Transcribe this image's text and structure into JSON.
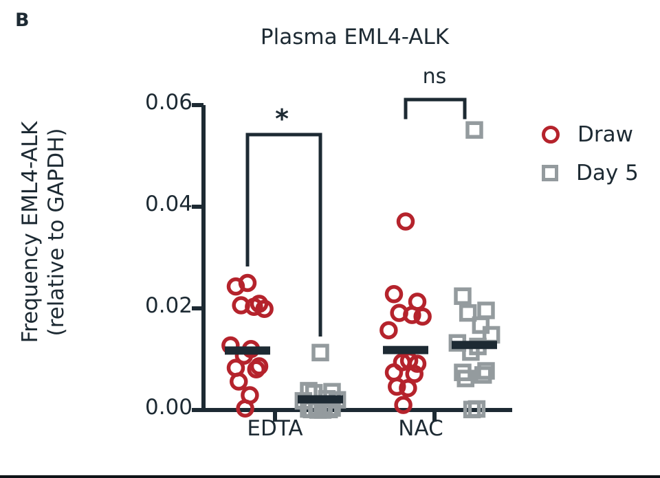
{
  "panel": {
    "letter": "B"
  },
  "legend": {
    "position": "right",
    "items": [
      {
        "label": "Draw",
        "marker": "circle",
        "color": "#B5232C"
      },
      {
        "label": "Day 5",
        "marker": "square",
        "color": "#949b9e"
      }
    ]
  },
  "annotations": [
    {
      "text": "*",
      "group": "EDTA"
    },
    {
      "text": "ns",
      "group": "NAC"
    }
  ],
  "colors": {
    "draw": "#B5232C",
    "day5": "#949b9e",
    "axis": "#1d2a33",
    "mean_bar": "#1d2a33",
    "background": "#ffffff"
  },
  "chart_data": {
    "type": "scatter",
    "title": "Plasma EML4-ALK",
    "xlabel": "",
    "ylabel": "Frequency EML4-ALK (relative to GAPDH)",
    "ylabel_lines": [
      "Frequency EML4-ALK",
      "(relative to GAPDH)"
    ],
    "ylim": [
      0.0,
      0.06
    ],
    "yticks": [
      0.0,
      0.02,
      0.04,
      0.06
    ],
    "ytick_labels": [
      "0.00",
      "0.02",
      "0.04",
      "0.06"
    ],
    "categories": [
      "EDTA",
      "NAC"
    ],
    "grid": false,
    "legend_position": "right",
    "significance": [
      {
        "group": "EDTA",
        "between": [
          "Draw",
          "Day 5"
        ],
        "label": "*"
      },
      {
        "group": "NAC",
        "between": [
          "Draw",
          "Day 5"
        ],
        "label": "ns"
      }
    ],
    "series": [
      {
        "name": "Draw",
        "color": "#B5232C",
        "marker": "circle",
        "groups": [
          {
            "category": "EDTA",
            "mean": 0.0117,
            "values": [
              0.025,
              0.0243,
              0.0209,
              0.0206,
              0.0203,
              0.0199,
              0.0127,
              0.012,
              0.0107,
              0.0086,
              0.0083,
              0.008,
              0.0056,
              0.0029,
              0.0003
            ]
          },
          {
            "category": "NAC",
            "mean": 0.0118,
            "values": [
              0.0371,
              0.0228,
              0.0213,
              0.0191,
              0.0187,
              0.0184,
              0.0157,
              0.0097,
              0.0094,
              0.0091,
              0.0074,
              0.0071,
              0.0046,
              0.0043,
              0.001
            ]
          }
        ]
      },
      {
        "name": "Day 5",
        "color": "#949b9e",
        "marker": "square",
        "groups": [
          {
            "category": "EDTA",
            "mean": 0.0021,
            "values": [
              0.0113,
              0.0038,
              0.0036,
              0.0034,
              0.0022,
              0.002,
              0.0018,
              0.0007,
              0.0005,
              0.0004,
              0.0002,
              0.0001,
              0.0001,
              0.0,
              0.0
            ]
          },
          {
            "category": "NAC",
            "mean": 0.0128,
            "values": [
              0.0551,
              0.0224,
              0.0196,
              0.0191,
              0.0167,
              0.0148,
              0.0132,
              0.0125,
              0.0114,
              0.0077,
              0.0074,
              0.0069,
              0.0062,
              0.0002,
              0.0001
            ]
          }
        ]
      }
    ]
  }
}
